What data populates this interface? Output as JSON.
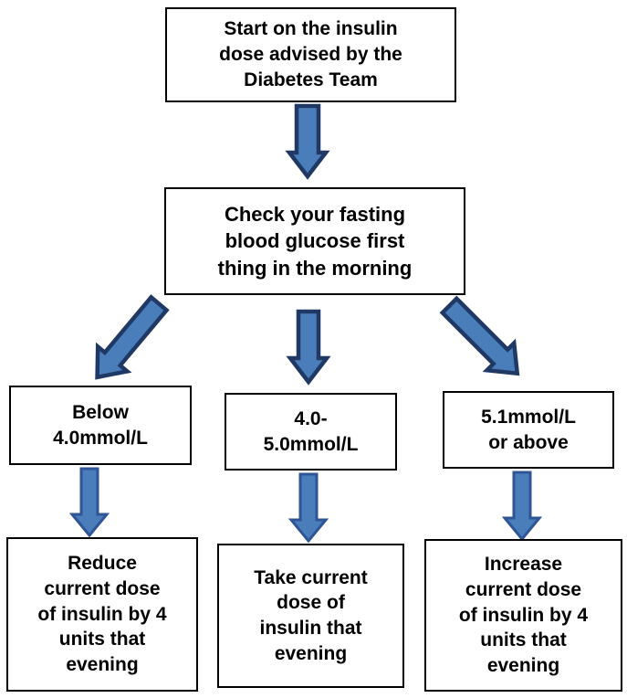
{
  "flowchart": {
    "boxes": {
      "start": "Start on the insulin\ndose advised by the\nDiabetes Team",
      "check": "Check your fasting\nblood glucose first\nthing in the morning",
      "below4": "Below\n4.0mmol/L",
      "mid45": "4.0-\n5.0mmol/L",
      "above51": "5.1mmol/L\nor above",
      "reduce": "Reduce\ncurrent dose\nof insulin by 4\nunits that\nevening",
      "take": "Take current\ndose of\ninsulin that\nevening",
      "increase": "Increase\ncurrent dose\nof insulin by 4\nunits that\nevening"
    },
    "edges": [
      {
        "from": "start",
        "to": "check",
        "style": "down-arrow"
      },
      {
        "from": "check",
        "to": "below4",
        "style": "diagonal-left-arrow"
      },
      {
        "from": "check",
        "to": "mid45",
        "style": "down-arrow"
      },
      {
        "from": "check",
        "to": "above51",
        "style": "diagonal-right-arrow"
      },
      {
        "from": "below4",
        "to": "reduce",
        "style": "down-arrow"
      },
      {
        "from": "mid45",
        "to": "take",
        "style": "down-arrow"
      },
      {
        "from": "above51",
        "to": "increase",
        "style": "down-arrow"
      }
    ]
  },
  "colors": {
    "arrow-fill": "#4a7ebb",
    "arrow-outline-dark": "#1f3864",
    "arrow-outline-light": "#2f5597",
    "box-border": "#000000",
    "text-color": "#000000"
  }
}
